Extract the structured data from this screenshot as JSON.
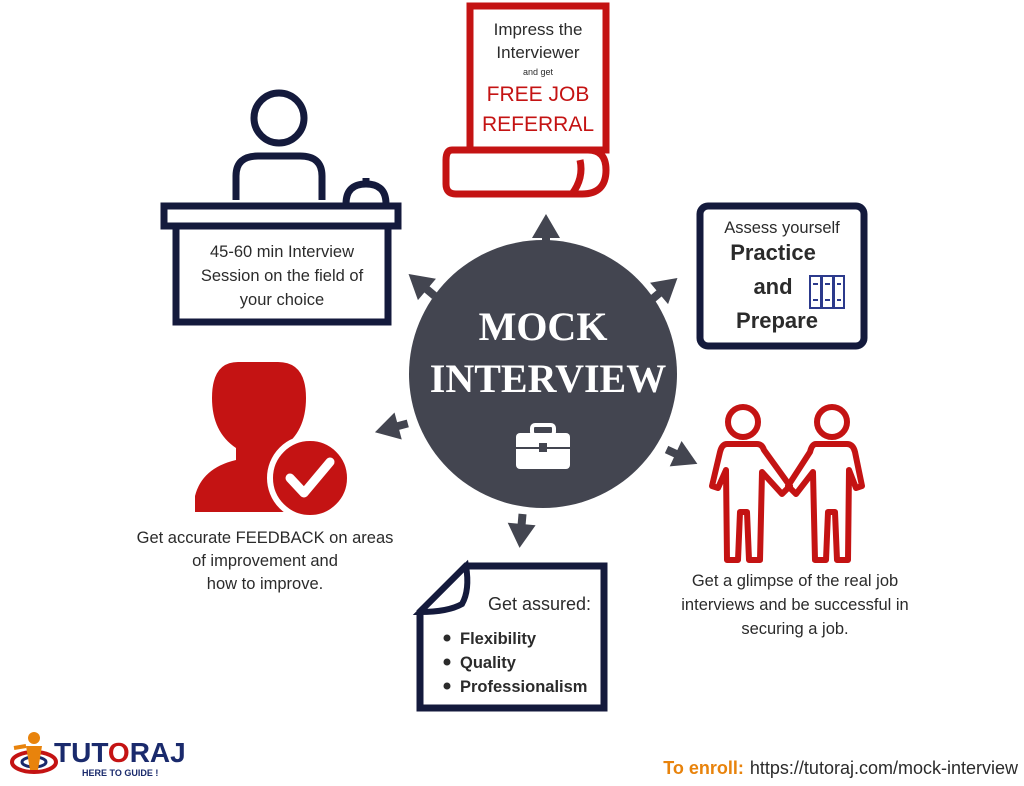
{
  "center": {
    "line1": "MOCK",
    "line2": "INTERVIEW",
    "icon": "briefcase-icon"
  },
  "referral": {
    "line1": "Impress the",
    "line2": "Interviewer",
    "small": "and get",
    "highlight1": "FREE JOB",
    "highlight2": "REFERRAL",
    "icon": "scroll-icon"
  },
  "session": {
    "line1": "45-60 min Interview",
    "line2": "Session on the field of",
    "line3": "your choice",
    "icon": "reception-desk-icon"
  },
  "assess": {
    "line1": "Assess yourself",
    "line2": "Practice",
    "line3": "and",
    "line4": "Prepare",
    "icon": "books-icon"
  },
  "feedback": {
    "line1": "Get accurate FEEDBACK on areas",
    "line2": "of improvement and",
    "line3": "how to improve.",
    "icon": "user-check-icon"
  },
  "glimpse": {
    "line1": "Get a glimpse of the real job",
    "line2": "interviews and be successful in",
    "line3": "securing a job.",
    "icon": "handshake-icon"
  },
  "assured": {
    "title": "Get assured:",
    "items": [
      "Flexibility",
      "Quality",
      "Professionalism"
    ],
    "icon": "document-icon"
  },
  "brand": {
    "name_pre": "TUT",
    "name_post": "RAJ",
    "tagline": "HERE TO GUIDE !",
    "icon": "tutoraj-logo-icon"
  },
  "enroll": {
    "label": "To enroll:",
    "url": "https://tutoraj.com/mock-interview"
  },
  "colors": {
    "navy": "#141a3c",
    "dark_circle": "#434550",
    "red": "#c41313",
    "orange": "#e8830c",
    "text": "#2b2b2b"
  }
}
